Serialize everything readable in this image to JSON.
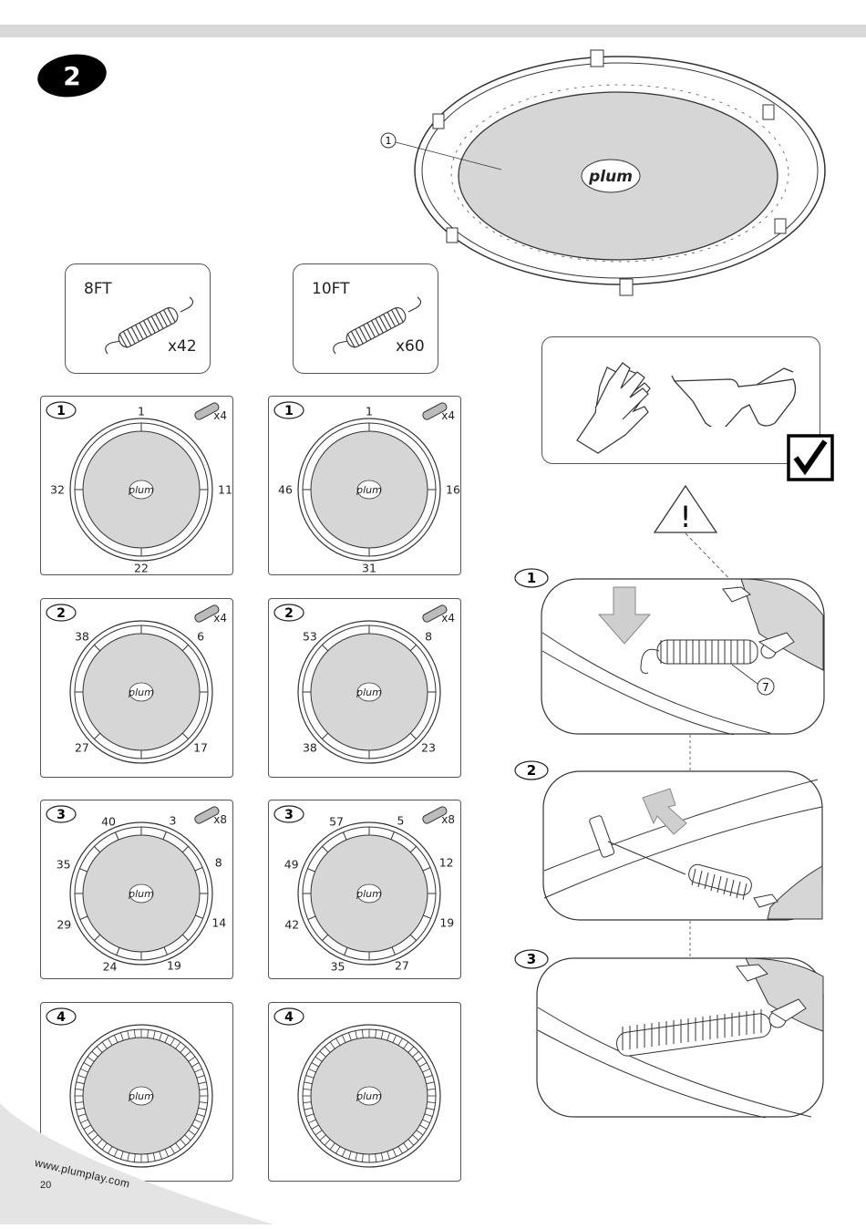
{
  "header": {
    "step_number": "2"
  },
  "main_illustration": {
    "callout": "1",
    "logo": "plum"
  },
  "spring_counts": [
    {
      "size": "8FT",
      "quantity": "x42"
    },
    {
      "size": "10FT",
      "quantity": "x60"
    }
  ],
  "columns": {
    "left": {
      "panels": [
        {
          "step": "1",
          "spring_count": "x4",
          "numbers": [
            "1",
            "11",
            "22",
            "32"
          ]
        },
        {
          "step": "2",
          "spring_count": "x4",
          "numbers": [
            "6",
            "17",
            "27",
            "38"
          ]
        },
        {
          "step": "3",
          "spring_count": "x8",
          "numbers": [
            "3",
            "8",
            "14",
            "19",
            "24",
            "29",
            "35",
            "40"
          ]
        },
        {
          "step": "4",
          "spring_count": "",
          "numbers": []
        }
      ]
    },
    "right": {
      "panels": [
        {
          "step": "1",
          "spring_count": "x4",
          "numbers": [
            "1",
            "16",
            "31",
            "46"
          ]
        },
        {
          "step": "2",
          "spring_count": "x4",
          "numbers": [
            "8",
            "23",
            "38",
            "53"
          ]
        },
        {
          "step": "3",
          "spring_count": "x8",
          "numbers": [
            "5",
            "12",
            "19",
            "27",
            "35",
            "42",
            "49",
            "57"
          ]
        },
        {
          "step": "4",
          "spring_count": "",
          "numbers": []
        }
      ]
    }
  },
  "logo_text": "plum",
  "safety": {
    "warning_symbol": "!",
    "items": [
      "gloves-icon",
      "safety-glasses-icon"
    ],
    "check": "checkmark-icon"
  },
  "detail_steps": [
    {
      "step": "1",
      "callout": "7"
    },
    {
      "step": "2"
    },
    {
      "step": "3"
    }
  ],
  "footer": {
    "website": "www.plumplay.com",
    "page_number": "20"
  }
}
